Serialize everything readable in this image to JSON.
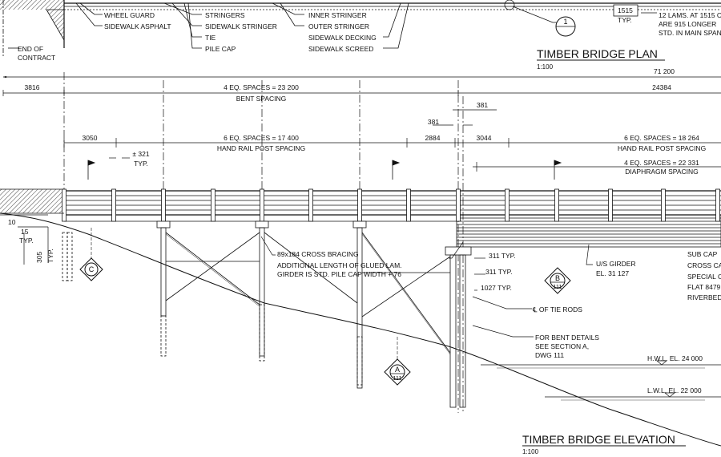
{
  "plan": {
    "title": "TIMBER BRIDGE PLAN",
    "scale": "1:100",
    "left_labels": [
      "WHEEL GUARD",
      "SIDEWALK ASPHALT"
    ],
    "mid_labels": [
      "STRINGERS",
      "SIDEWALK STRINGER",
      "TIE",
      "PILE CAP"
    ],
    "right_labels": [
      "INNER STRINGER",
      "OUTER STRINGER",
      "SIDEWALK DECKING",
      "SIDEWALK SCREED"
    ],
    "end_of_contract": [
      "END OF",
      "CONTRACT"
    ],
    "section_marker": "1",
    "dim_1515": "1515",
    "dim_typ": "TYP.",
    "note_lams": [
      "12 LAMS. AT 1515 C",
      "ARE 915 LONGER",
      "STD. IN MAIN SPAN"
    ]
  },
  "dimensions": {
    "overall": "71 200",
    "left_end": "3816",
    "bent_spacing_value": "4 EQ. SPACES = 23 200",
    "bent_spacing_label": "BENT SPACING",
    "right_span": "24384",
    "d381_a": "381",
    "d381_b": "381",
    "d3050": "3050",
    "d321": "± 321",
    "typ": "TYP.",
    "rail_left_value": "6 EQ. SPACES = 17 400",
    "rail_left_label": "HAND RAIL POST SPACING",
    "d2884": "2884",
    "d3044": "3044",
    "rail_right_value": "6 EQ. SPACES = 18 264",
    "rail_right_label": "HAND RAIL POST SPACING",
    "diaphragm_value": "4 EQ. SPACES = 22 331",
    "diaphragm_label": "DIAPHRAGM SPACING",
    "d10": "10",
    "d15": "15",
    "d305": "305",
    "d311a": "311 TYP.",
    "d311b": "311 TYP.",
    "d1027": "1027 TYP."
  },
  "elevation": {
    "title": "TIMBER BRIDGE ELEVATION",
    "scale": "1:100",
    "cross_bracing": "89x184 CROSS BRACING",
    "glued_lam": [
      "ADDITIONAL LENGTH OF GLUED LAM.",
      "GIRDER IS STD. PILE CAP WIDTH + 76"
    ],
    "us_girder": [
      "U/S GIRDER",
      "EL. 31 127"
    ],
    "tie_rods": "℄ OF TIE RODS",
    "bent_details": [
      "FOR BENT DETAILS",
      "SEE SECTION A,",
      "DWG 111"
    ],
    "hwl": "H.W.L. EL. 24 000",
    "lwl": "L.W.L. EL. 22 000",
    "right_notes": [
      "SUB CAP",
      "CROSS CA",
      "SPECIAL C",
      "FLAT 8479",
      "RIVERBED"
    ],
    "markers": [
      {
        "letter": "C",
        "sheet": ""
      },
      {
        "letter": "B",
        "sheet": "111"
      },
      {
        "letter": "A",
        "sheet": "111"
      }
    ]
  }
}
